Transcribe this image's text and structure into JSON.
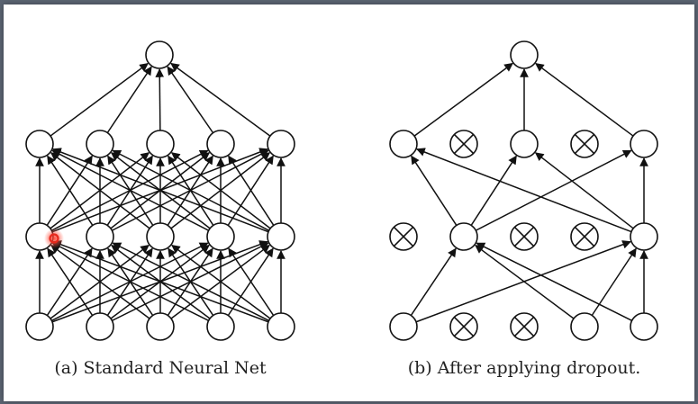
{
  "captions": {
    "standard": "(a) Standard Neural Net",
    "dropout": "(b) After applying dropout."
  },
  "colors": {
    "stroke": "#111111",
    "node_fill": "#ffffff",
    "cursor": "#e8291c"
  },
  "networks": {
    "standard": {
      "layers": [
        5,
        5,
        5,
        1
      ],
      "dropped": []
    },
    "dropout": {
      "layers": [
        5,
        5,
        5,
        1
      ],
      "dropped": [
        [
          1,
          2
        ],
        [
          0,
          2,
          3
        ],
        [
          1,
          3
        ]
      ]
    }
  }
}
